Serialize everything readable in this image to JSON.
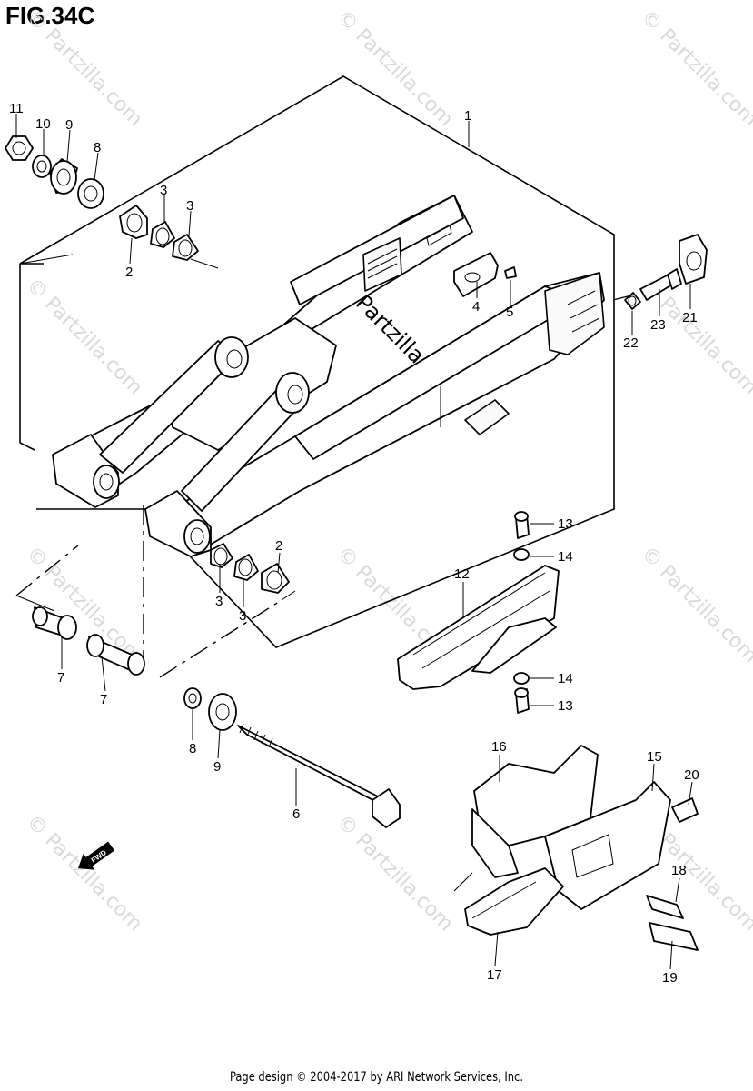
{
  "figure": {
    "title": "FIG.34C"
  },
  "footer": {
    "text": "Page design © 2004-2017 by ARI Network Services, Inc."
  },
  "watermark": {
    "text": "© Partzilla.com",
    "center_text": "© Partzilla.com"
  },
  "fwd_label": "FWD",
  "callouts": [
    "1",
    "2",
    "2",
    "3",
    "3",
    "3",
    "3",
    "4",
    "5",
    "6",
    "7",
    "7",
    "8",
    "8",
    "9",
    "9",
    "10",
    "11",
    "12",
    "13",
    "13",
    "14",
    "14",
    "15",
    "16",
    "17",
    "18",
    "19",
    "20",
    "21",
    "22",
    "23"
  ]
}
